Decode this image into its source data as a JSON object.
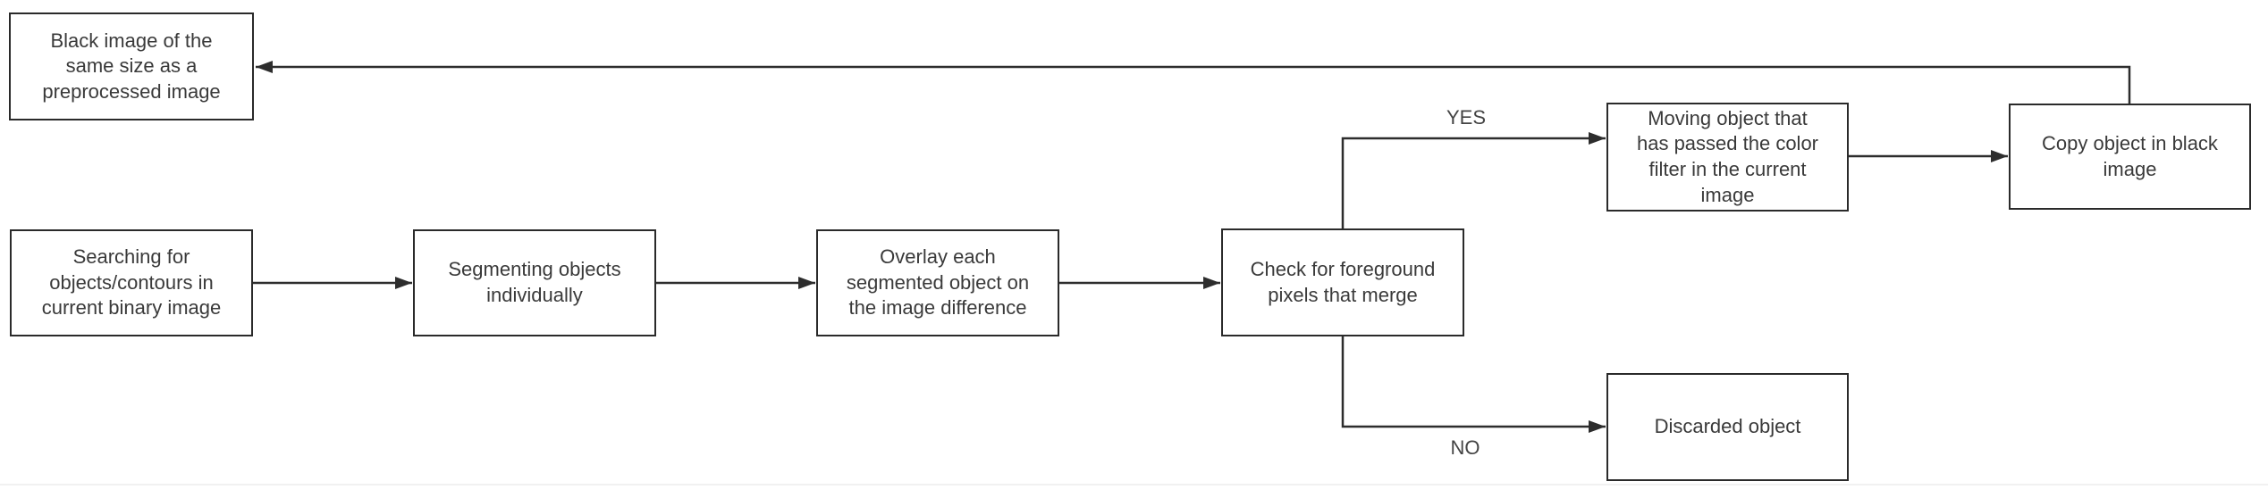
{
  "flowchart": {
    "nodes": {
      "black_image": {
        "label": "Black image of the\nsame size as a\npreprocessed image"
      },
      "searching": {
        "label": "Searching for\nobjects/contours in\ncurrent binary image"
      },
      "segmenting": {
        "label": "Segmenting objects\nindividually"
      },
      "overlay": {
        "label": "Overlay each\nsegmented object on\nthe image difference"
      },
      "check": {
        "label": "Check for foreground\npixels that merge"
      },
      "moving_object": {
        "label": "Moving object that\nhas passed the color\nfilter in the current\nimage"
      },
      "copy_object": {
        "label": "Copy object in black\nimage"
      },
      "discarded_object": {
        "label": "Discarded object"
      }
    },
    "branch_labels": {
      "yes": "YES",
      "no": "NO"
    },
    "colors": {
      "background": "#ffffff",
      "node_fill": "#ffffff",
      "stroke": "#2d2d2d",
      "text": "#3a3a3a",
      "footer_line": "#f1f1f1"
    }
  }
}
